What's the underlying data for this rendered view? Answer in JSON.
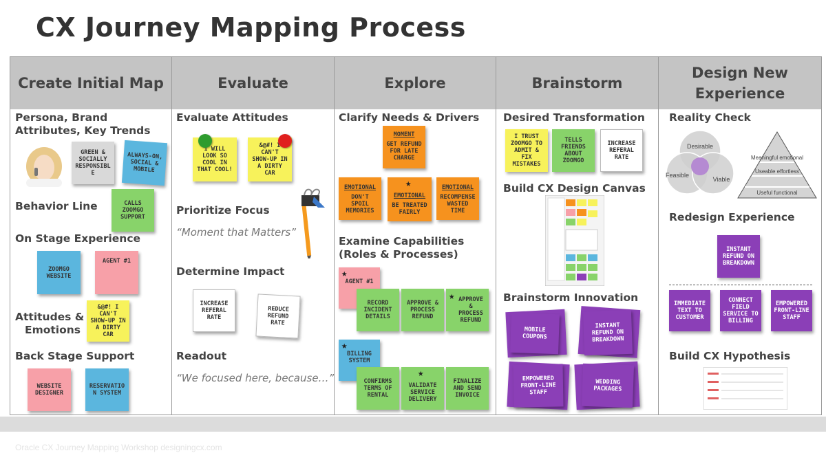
{
  "title": "CX Journey Mapping Process",
  "columns": [
    {
      "header": "Create Initial Map"
    },
    {
      "header": "Evaluate"
    },
    {
      "header": "Explore"
    },
    {
      "header": "Brainstorm"
    },
    {
      "header": "Design New Experience"
    }
  ],
  "col1": {
    "persona_label": "Persona, Brand Attributes, Key Trends",
    "notes_persona": [
      "GREEN & SOCIALLY RESPONSIBLE",
      "ALWAYS-ON, SOCIAL & MOBILE"
    ],
    "behavior_label": "Behavior Line",
    "behavior_note": "CALLS ZOOMGO SUPPORT",
    "onstage_label": "On Stage Experience",
    "onstage_notes": [
      "ZOOMGO WEBSITE",
      "AGENT #1"
    ],
    "attitudes_label_1": "Attitudes &",
    "attitudes_label_2": "Emotions",
    "attitudes_note": "&@#! I CAN'T SHOW-UP IN A DIRTY CAR",
    "backstage_label": "Back Stage Support",
    "backstage_notes": [
      "WEBSITE DESIGNER",
      "RESERVATION SYSTEM"
    ]
  },
  "col2": {
    "evaluate_label": "Evaluate Attitudes",
    "evaluate_notes": [
      "I WILL LOOK SO COOL IN THAT COOL!",
      "&@#! I CAN'T SHOW-UP IN A DIRTY CAR"
    ],
    "prioritize_label": "Prioritize Focus",
    "prioritize_quote": "“Moment  that Matters”",
    "impact_label": "Determine Impact",
    "impact_notes": [
      "INCREASE REFERAL RATE",
      "REDUCE REFUND RATE"
    ],
    "readout_label": "Readout",
    "readout_quote": "“We focused here,  because…”"
  },
  "col3": {
    "clarify_label": "Clarify Needs & Drivers",
    "moment_note": {
      "head": "MOMENT",
      "body": "GET REFUND FOR LATE CHARGE"
    },
    "emotional_notes": [
      {
        "head": "EMOTIONAL",
        "body": "DON'T SPOIL MEMORIES"
      },
      {
        "head": "EMOTIONAL",
        "body": "BE TREATED FAIRLY"
      },
      {
        "head": "EMOTIONAL",
        "body": "RECOMPENSE WASTED TIME"
      }
    ],
    "examine_label_1": "Examine Capabilities",
    "examine_label_2": "(Roles & Processes)",
    "agent_note": "AGENT #1",
    "row1_notes": [
      "RECORD INCIDENT DETAILS",
      "APPROVE & PROCESS REFUND",
      "APPROVE & PROCESS REFUND"
    ],
    "billing_note": "BILLING SYSTEM",
    "row2_notes": [
      "CONFIRMS TERMS OF RENTAL",
      "VALIDATE SERVICE DELIVERY",
      "FINALIZE AND SEND INVOICE"
    ]
  },
  "col4": {
    "desired_label": "Desired Transformation",
    "desired_notes": [
      "I TRUST ZOOMGO TO ADMIT & FIX MISTAKES",
      "TELLS FRIENDS ABOUT ZOOMGO",
      "INCREASE REFERAL RATE"
    ],
    "canvas_label": "Build CX Design Canvas",
    "innovation_label": "Brainstorm  Innovation",
    "innovation_notes": [
      "MOBILE COUPONS",
      "INSTANT REFUND ON BREAKDOWN",
      "EMPOWERED FRONT-LINE STAFF",
      "WEDDING PACKAGES"
    ]
  },
  "col5": {
    "reality_label": "Reality Check",
    "venn": [
      "Desirable",
      "Feasible",
      "Viable"
    ],
    "pyramid": [
      "Meaningful emotional",
      "Useable effortless",
      "Useful functional"
    ],
    "redesign_label": "Redesign Experience",
    "redesign_note": "INSTANT REFUND ON BREAKDOWN",
    "bottom_notes": [
      "IMMEDIATE TEXT TO CUSTOMER",
      "CONNECT FIELD SERVICE TO BILLING",
      "EMPOWERED FRONT-LINE STAFF"
    ],
    "hypothesis_label": "Build CX Hypothesis"
  },
  "footer": "Oracle  CX Journey Mapping  Workshop  designingcx.com",
  "colors": {
    "yellow": "#f7f25b",
    "orange": "#f6921e",
    "green": "#88d36a",
    "blue": "#5bb6de",
    "pink": "#f7a0a8",
    "purple": "#8b3fb7",
    "header_gray": "#c4c4c4"
  }
}
